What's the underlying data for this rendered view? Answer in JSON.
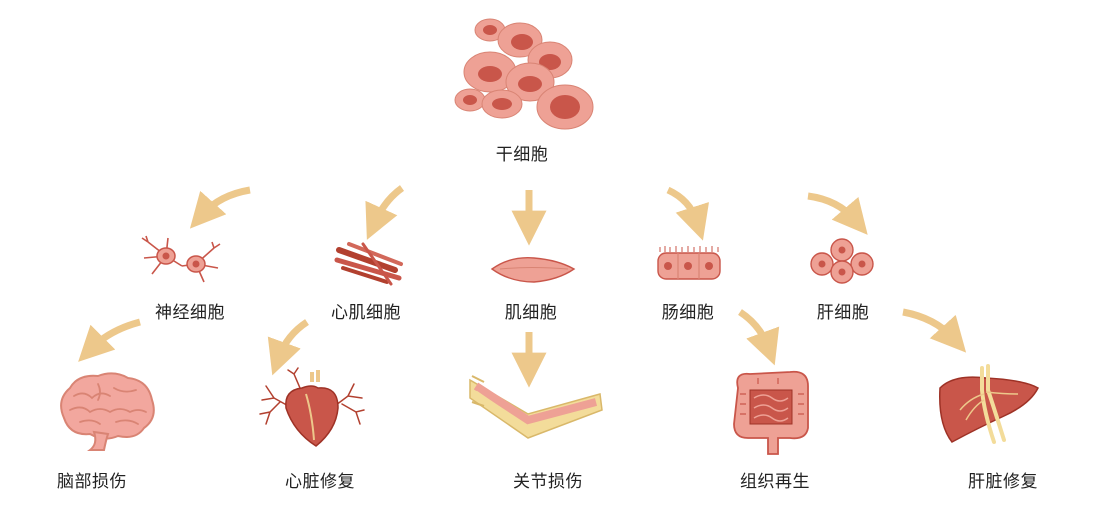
{
  "diagram": {
    "root": {
      "label": "干细胞"
    },
    "cell_types": [
      {
        "label": "神经细胞"
      },
      {
        "label": "心肌细胞"
      },
      {
        "label": "肌细胞"
      },
      {
        "label": "肠细胞"
      },
      {
        "label": "肝细胞"
      }
    ],
    "applications": [
      {
        "label": "脑部损伤"
      },
      {
        "label": "心脏修复"
      },
      {
        "label": "关节损伤"
      },
      {
        "label": "组织再生"
      },
      {
        "label": "肝脏修复"
      }
    ]
  },
  "colors": {
    "arrow": "#edc88b",
    "cell_light": "#eea195",
    "cell_dark": "#c9564a",
    "tissue_dark": "#b2402f",
    "brain": "#f2a79e",
    "tendon": "#f3dc9a"
  }
}
